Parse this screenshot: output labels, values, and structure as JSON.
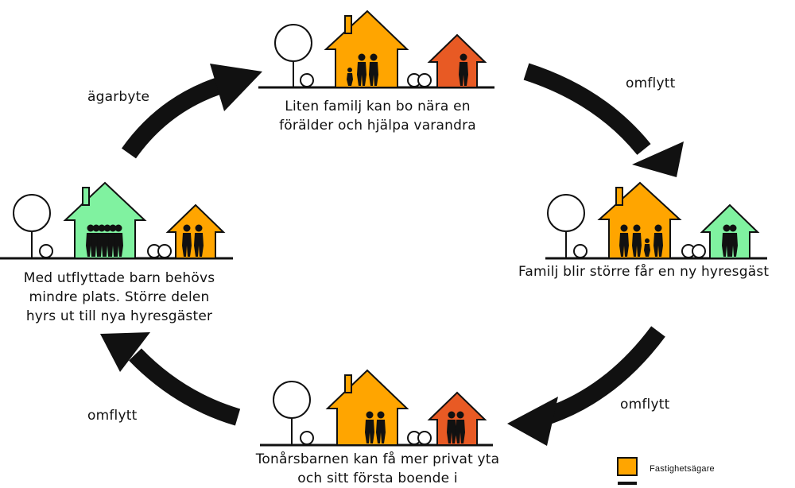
{
  "colors": {
    "owner": "#FFA500",
    "tenant_red": "#E85A24",
    "tenant_green": "#80F2A0",
    "ink": "#111111"
  },
  "captions": {
    "top": [
      "Liten familj kan bo nära en",
      "förälder och hjälpa varandra"
    ],
    "right": [
      "Familj blir större får en ny hyresgäst"
    ],
    "bottom": [
      "Tonårsbarnen kan få mer privat yta",
      "och sitt första boende i"
    ],
    "left": [
      "Med utflyttade barn behövs",
      "mindre plats. Större delen",
      "hyrs ut till nya hyresgäster"
    ]
  },
  "arrows": {
    "top_left": "ägarbyte",
    "top_right": "omflytt",
    "bottom_right": "omflytt",
    "bottom_left": "omflytt"
  },
  "legend": {
    "items": [
      {
        "label": "Fastighetsägare",
        "color": "#FFA500"
      }
    ]
  }
}
